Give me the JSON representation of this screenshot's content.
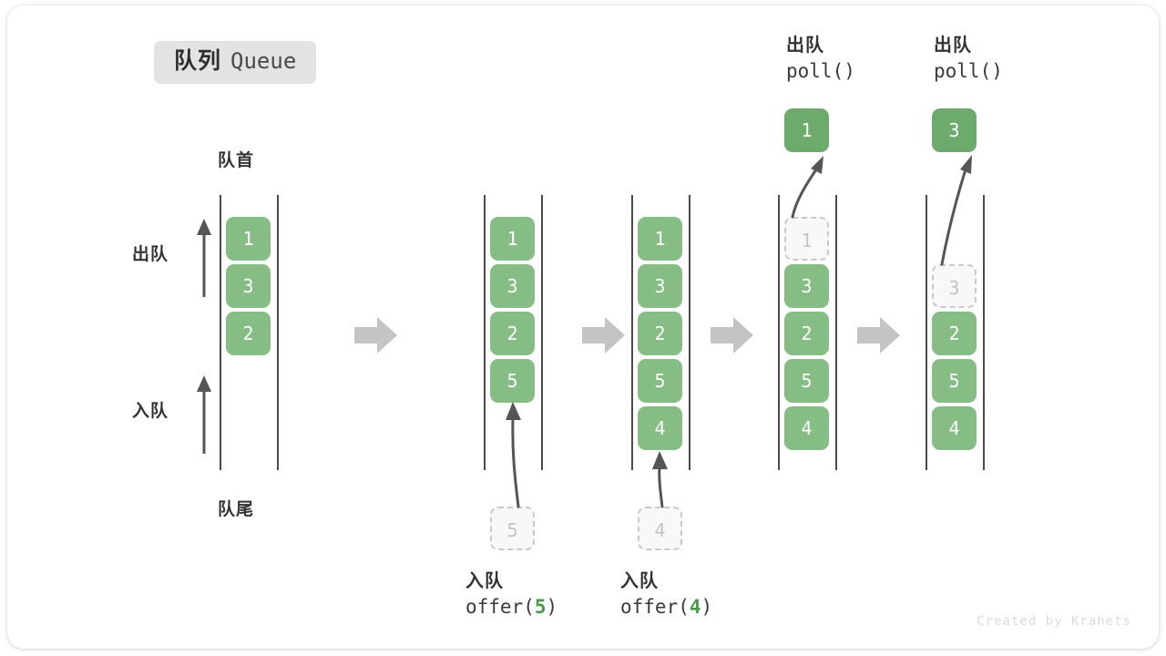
{
  "title": {
    "cn": "队列",
    "en": "Queue"
  },
  "labels": {
    "head": "队首",
    "tail": "队尾",
    "dequeue": "出队",
    "enqueue": "入队"
  },
  "watermark": "Created by Krahets",
  "colors": {
    "filled": "#85bd85",
    "popped": "#6cab6c",
    "ghost_fill": "#f8f8f8",
    "ghost_border": "#c9c9c9",
    "ghost_text": "#c4c4c4",
    "rail": "#4a4a4a",
    "big_arrow": "#c4c4c4",
    "thin_arrow": "#555555",
    "badge_bg": "#e3e3e3",
    "text": "#333333",
    "code_arg": "#4c9a4c"
  },
  "columns": [
    {
      "name": "initial-queue",
      "cells": [
        {
          "value": "1",
          "state": "filled",
          "slot": 0
        },
        {
          "value": "3",
          "state": "filled",
          "slot": 1
        },
        {
          "value": "2",
          "state": "filled",
          "slot": 2
        }
      ]
    },
    {
      "name": "after-offer-5",
      "cells": [
        {
          "value": "1",
          "state": "filled",
          "slot": 0
        },
        {
          "value": "3",
          "state": "filled",
          "slot": 1
        },
        {
          "value": "2",
          "state": "filled",
          "slot": 2
        },
        {
          "value": "5",
          "state": "filled",
          "slot": 3
        }
      ],
      "incoming": {
        "value": "5"
      },
      "caption": {
        "cn": "入队",
        "fn": "offer(",
        "arg": "5",
        "close": ")"
      }
    },
    {
      "name": "after-offer-4",
      "cells": [
        {
          "value": "1",
          "state": "filled",
          "slot": 0
        },
        {
          "value": "3",
          "state": "filled",
          "slot": 1
        },
        {
          "value": "2",
          "state": "filled",
          "slot": 2
        },
        {
          "value": "5",
          "state": "filled",
          "slot": 3
        },
        {
          "value": "4",
          "state": "filled",
          "slot": 4
        }
      ],
      "incoming": {
        "value": "4"
      },
      "caption": {
        "cn": "入队",
        "fn": "offer(",
        "arg": "4",
        "close": ")"
      }
    },
    {
      "name": "after-poll-1",
      "cells": [
        {
          "value": "1",
          "state": "ghost",
          "slot": 0
        },
        {
          "value": "3",
          "state": "filled",
          "slot": 1
        },
        {
          "value": "2",
          "state": "filled",
          "slot": 2
        },
        {
          "value": "5",
          "state": "filled",
          "slot": 3
        },
        {
          "value": "4",
          "state": "filled",
          "slot": 4
        }
      ],
      "popped": {
        "value": "1"
      },
      "caption": {
        "cn": "出队",
        "fn": "poll()"
      }
    },
    {
      "name": "after-poll-3",
      "cells": [
        {
          "value": "3",
          "state": "ghost",
          "slot": 1
        },
        {
          "value": "2",
          "state": "filled",
          "slot": 2
        },
        {
          "value": "5",
          "state": "filled",
          "slot": 3
        },
        {
          "value": "4",
          "state": "filled",
          "slot": 4
        }
      ],
      "popped": {
        "value": "3"
      },
      "caption": {
        "cn": "出队",
        "fn": "poll()"
      }
    }
  ]
}
